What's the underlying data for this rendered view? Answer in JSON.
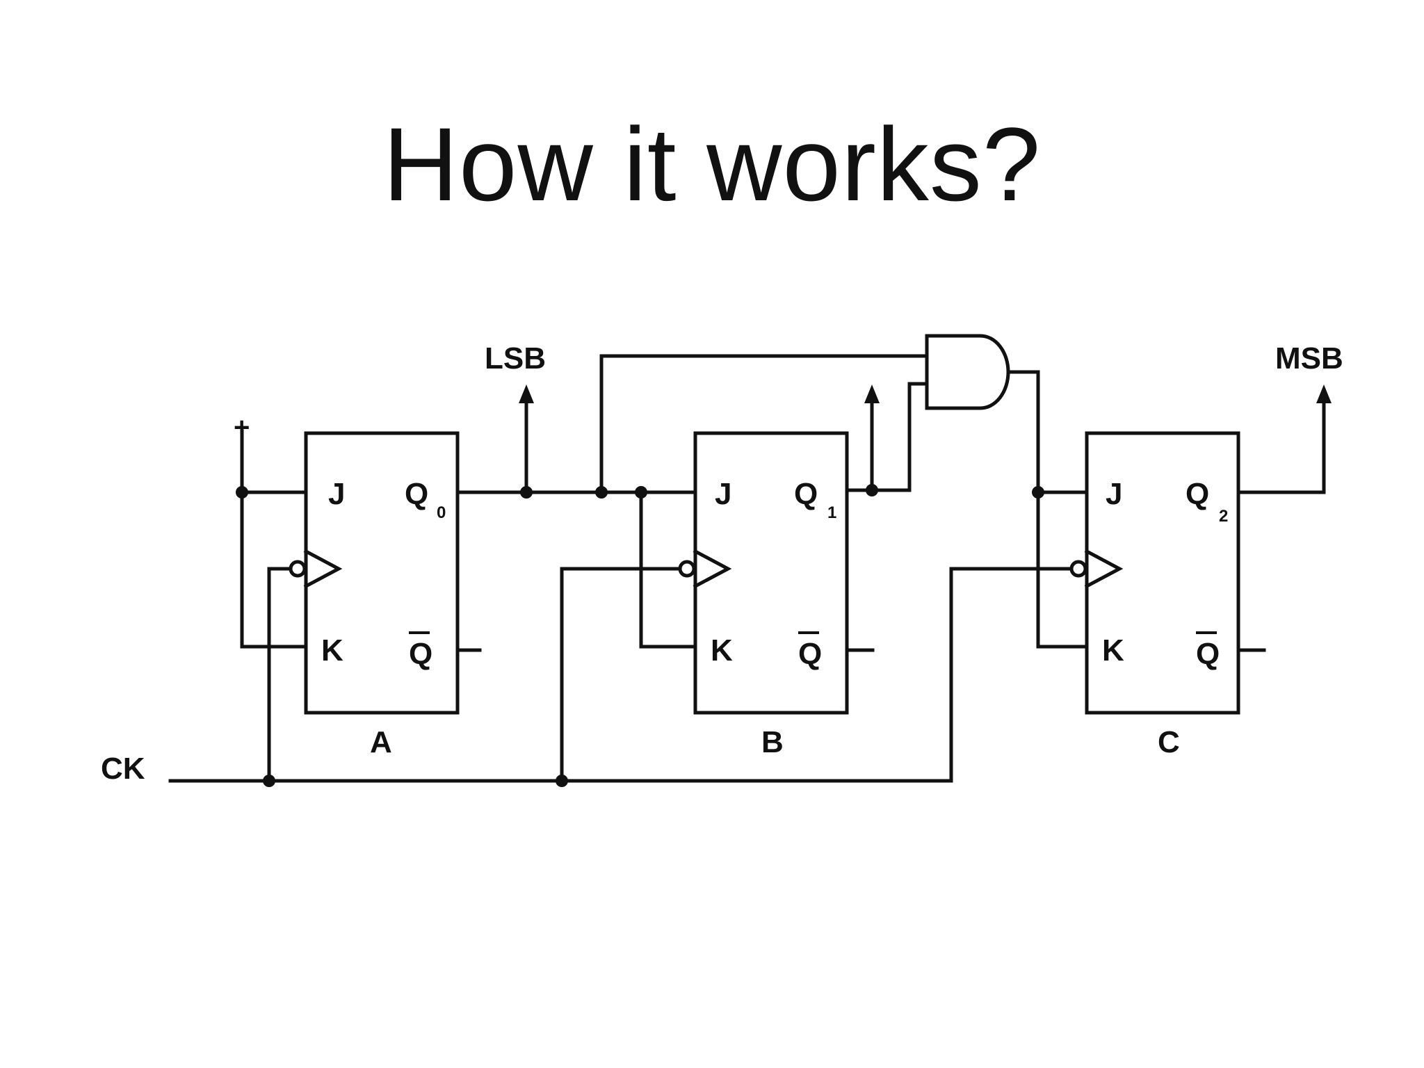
{
  "slide": {
    "title": "How it works?"
  },
  "diagram": {
    "power_label": "+",
    "clock_label": "CK",
    "lsb_label": "LSB",
    "msb_label": "MSB",
    "flipflops": [
      {
        "name": "A",
        "j": "J",
        "k": "K",
        "q": "Q",
        "q_sub": "0",
        "qbar": "Q"
      },
      {
        "name": "B",
        "j": "J",
        "k": "K",
        "q": "Q",
        "q_sub": "1",
        "qbar": "Q"
      },
      {
        "name": "C",
        "j": "J",
        "k": "K",
        "q": "Q",
        "q_sub": "2",
        "qbar": "Q"
      }
    ]
  }
}
